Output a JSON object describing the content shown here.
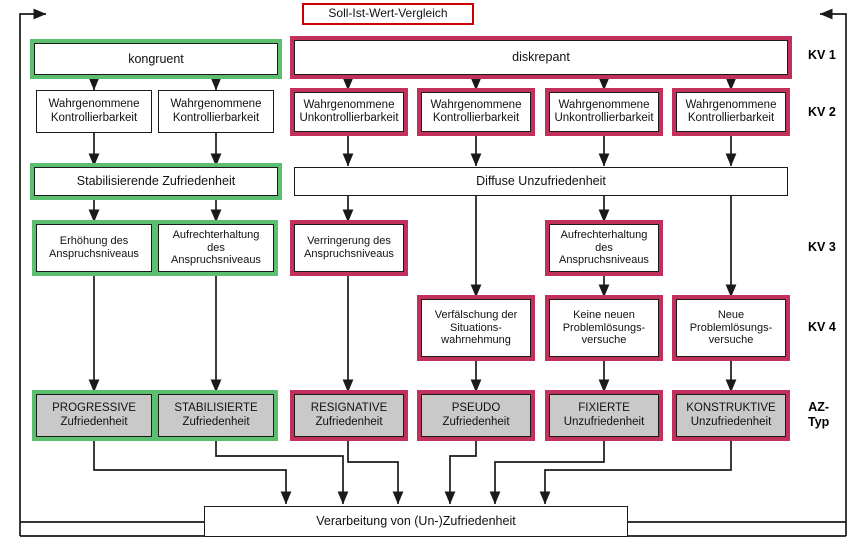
{
  "diagram": {
    "title": "Soll-Ist-Wert-Vergleich",
    "colors": {
      "congruent_accent": "#5cbf70",
      "discrepant_accent": "#c2305c",
      "title_accent": "#cc0000",
      "outcome_fill": "#c9c9c9",
      "line": "#1a1a1a"
    },
    "row_labels": [
      {
        "id": "kv1",
        "label": "KV 1"
      },
      {
        "id": "kv2",
        "label": "KV 2"
      },
      {
        "id": "kv3",
        "label": "KV 3"
      },
      {
        "id": "kv4",
        "label": "KV 4"
      },
      {
        "id": "aztyp",
        "label": "AZ-\nTyp"
      }
    ],
    "kv1": [
      {
        "id": "kongruent",
        "label": "kongruent",
        "accent": "green"
      },
      {
        "id": "diskrepant",
        "label": "diskrepant",
        "accent": "red"
      }
    ],
    "kv2": [
      {
        "id": "k2-1",
        "label": "Wahrgenommene\nKontrollierbarkeit",
        "accent": "black"
      },
      {
        "id": "k2-2",
        "label": "Wahrgenommene\nKontrollierbarkeit",
        "accent": "black"
      },
      {
        "id": "k2-3",
        "label": "Wahrgenommene\nUnkontrollierbarkeit",
        "accent": "red"
      },
      {
        "id": "k2-4",
        "label": "Wahrgenommene\nKontrollierbarkeit",
        "accent": "red"
      },
      {
        "id": "k2-5",
        "label": "Wahrgenommene\nUnkontrollierbarkeit",
        "accent": "red"
      },
      {
        "id": "k2-6",
        "label": "Wahrgenommene\nKontrollierbarkeit",
        "accent": "red"
      }
    ],
    "middle": [
      {
        "id": "stab-zufr",
        "label": "Stabilisierende Zufriedenheit",
        "accent": "green"
      },
      {
        "id": "diff-unzufr",
        "label": "Diffuse Unzufriedenheit",
        "accent": "black"
      }
    ],
    "kv3": [
      {
        "id": "k3-1",
        "label": "Erhöhung des\nAnspruchsniveaus",
        "accent": "green"
      },
      {
        "id": "k3-2",
        "label": "Aufrechterhaltung\ndes\nAnspruchsniveaus",
        "accent": "green"
      },
      {
        "id": "k3-3",
        "label": "Verringerung des\nAnspruchsniveaus",
        "accent": "red"
      },
      {
        "id": "k3-4",
        "label": "Aufrechterhaltung\ndes\nAnspruchsniveaus",
        "accent": "red"
      }
    ],
    "kv4": [
      {
        "id": "k4-1",
        "label": "Verfälschung der\nSituations-\nwahrnehmung",
        "accent": "red"
      },
      {
        "id": "k4-2",
        "label": "Keine neuen\nProblemlösungs-\nversuche",
        "accent": "red"
      },
      {
        "id": "k4-3",
        "label": "Neue\nProblemlösungs-\nversuche",
        "accent": "red"
      }
    ],
    "aztyp": [
      {
        "id": "az-1",
        "line1": "PROGRESSIVE",
        "line2": "Zufriedenheit",
        "accent": "green"
      },
      {
        "id": "az-2",
        "line1": "STABILISIERTE",
        "line2": "Zufriedenheit",
        "accent": "green"
      },
      {
        "id": "az-3",
        "line1": "RESIGNATIVE",
        "line2": "Zufriedenheit",
        "accent": "red"
      },
      {
        "id": "az-4",
        "line1": "PSEUDO",
        "line2": "Zufriedenheit",
        "accent": "red"
      },
      {
        "id": "az-5",
        "line1": "FIXIERTE",
        "line2": "Unzufriedenheit",
        "accent": "red"
      },
      {
        "id": "az-6",
        "line1": "KONSTRUKTIVE",
        "line2": "Unzufriedenheit",
        "accent": "red"
      }
    ],
    "footer": {
      "id": "verarbeitung",
      "label": "Verarbeitung von (Un-)Zufriedenheit"
    }
  }
}
